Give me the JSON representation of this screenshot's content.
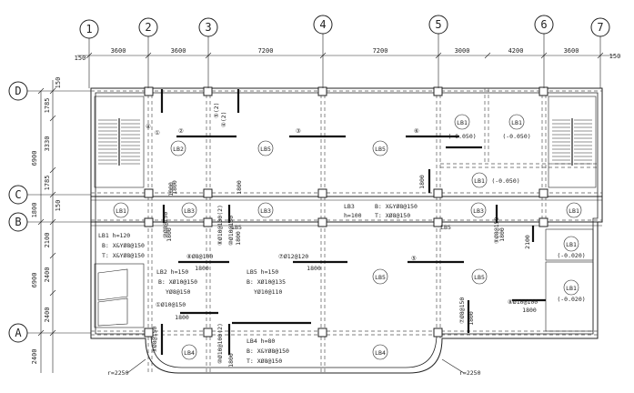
{
  "axes_top": [
    "1",
    "2",
    "3",
    "4",
    "5",
    "6",
    "7"
  ],
  "axes_left": [
    "D",
    "C",
    "B",
    "A"
  ],
  "dims_top": [
    "150",
    "3600",
    "3600",
    "7200",
    "7200",
    "3000",
    "4200",
    "3600",
    "150"
  ],
  "dims_left": [
    "150",
    "1785",
    "3330",
    "1785",
    "150",
    "1800",
    "2100",
    "2400",
    "2400",
    "2400"
  ],
  "dims_left_outer": [
    "6900",
    "6900"
  ],
  "slabs": {
    "lb1_a": "LB1",
    "lb1_b": "LB1",
    "lb1_c": "LB1",
    "lb1_d": "LB1",
    "lb1_e": "LB1",
    "lb1_f": "LB1",
    "lb1_g": "LB1",
    "lb2": "LB2",
    "lb3_a": "LB3",
    "lb3_b": "LB3",
    "lb3_c": "LB3",
    "lb4_a": "LB4",
    "lb4_b": "LB4",
    "lb5_a": "LB5",
    "lb5_b": "LB5",
    "lb5_c": "LB5",
    "lb5_d": "LB5",
    "lb5_e": "LB5",
    "lb5_f": "LB5"
  },
  "levels": {
    "d1": "(-0.050)",
    "d2": "(-0.050)",
    "d3": "(-0.050)",
    "d4": "(-0.020)",
    "d5": "(-0.020)"
  },
  "notes": {
    "lb1_h": "LB1  h=120",
    "lb1_b": "B: X&YØ8@150",
    "lb1_t": "T: X&YØ8@150",
    "lb2_h": "LB2  h=150",
    "lb2_b": "B: XØ10@150",
    "lb2_t": "YØ8@150",
    "lb5_h": "LB5  h=150",
    "lb5_b": "B: XØ10@135",
    "lb5_t": "YØ10@110",
    "lb3_h": "LB3",
    "lb3_v": "h=100",
    "lb3_b": "B: X&YØ8@150",
    "lb3_t": "T: XØ8@150",
    "lb4_h": "LB4  h=80",
    "lb4_b": "B: X&YØ8@150",
    "lb4_t": "T: XØ8@150"
  },
  "rebars": {
    "r1": "①",
    "r2": "②",
    "r3": "③",
    "r4": "④",
    "r5": "⑤",
    "r6": "⑥",
    "r7": "⑦Ø12@120",
    "r8": "⑧Ø8@100",
    "r9": "⑨Ø8@150",
    "r10": "⑩Ø8@150",
    "r11": "①Ø10@150",
    "r12": "⑦Ø8@150",
    "r13": "⑧Ø10@100",
    "r14": "⑩Ø10@150",
    "r15": "⑨Ø8@150",
    "r16": "④(2)",
    "r17": "⑤(2)",
    "r18": "⑧Ø10@100(2)",
    "r19": "⑩Ø10@100(2)"
  },
  "lens": {
    "l1": "1800",
    "l2": "1800",
    "l3": "1800",
    "l4": "1800",
    "l5": "1800",
    "l6": "1800",
    "l7": "1800",
    "l8": "1800",
    "l9": "1800",
    "l10": "1800",
    "l11": "2100",
    "l12": "1000",
    "l13": "1800",
    "l14": "1800"
  },
  "radii": {
    "left": "r=2250",
    "right": "r=2250"
  }
}
